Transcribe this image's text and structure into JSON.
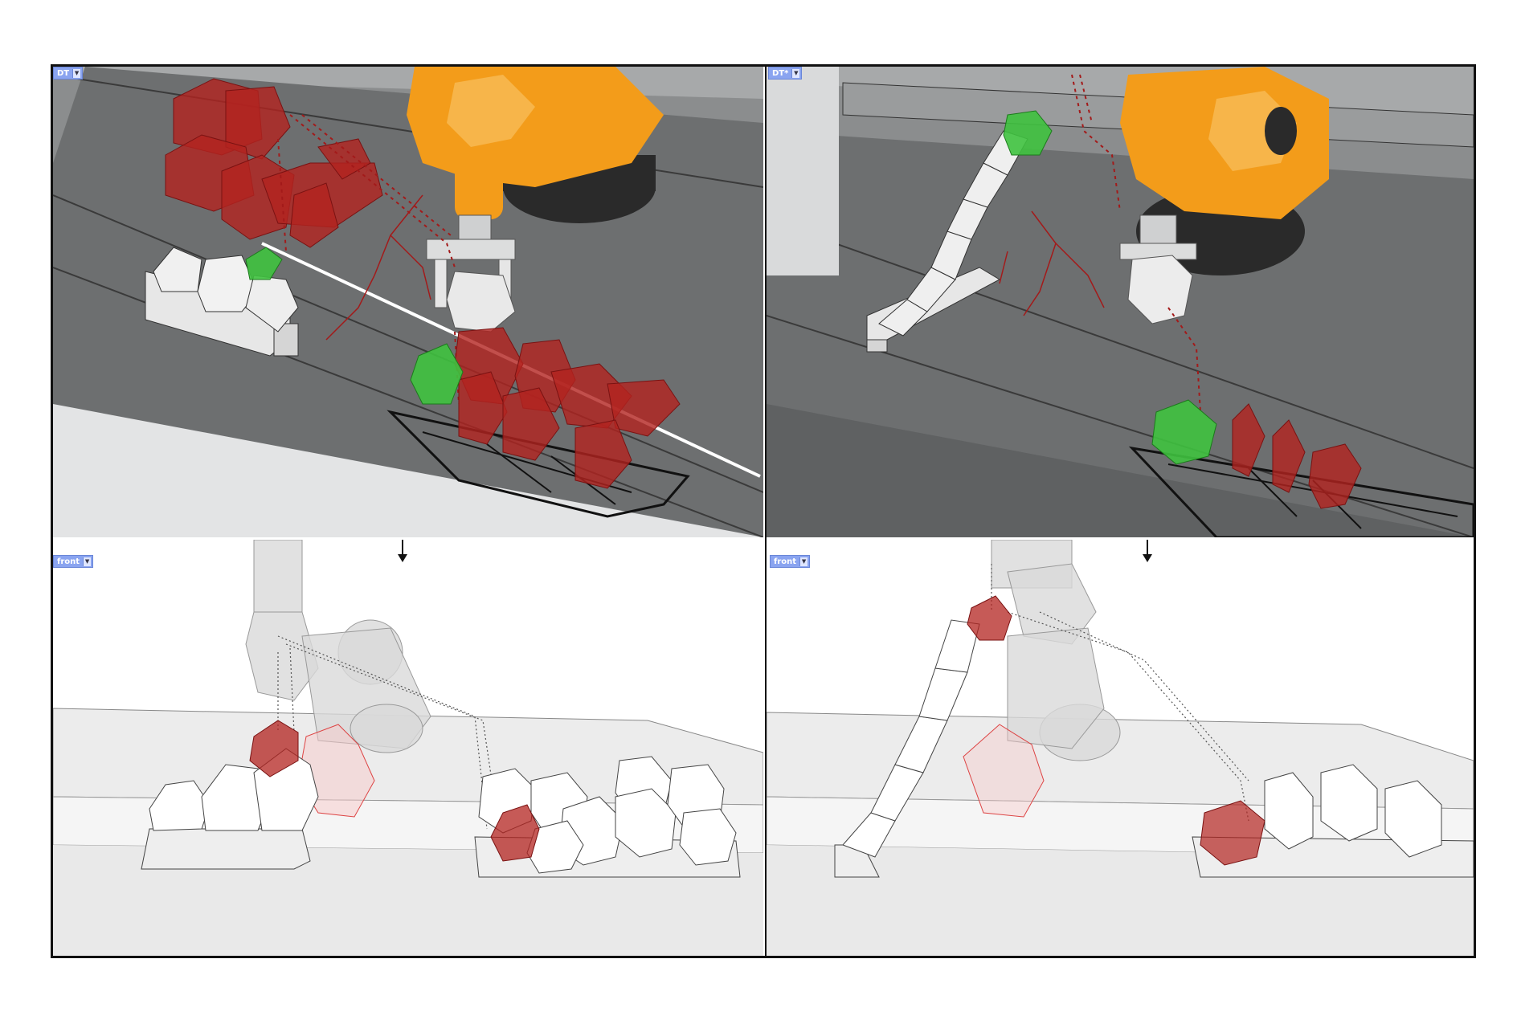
{
  "viewports": {
    "top_left": {
      "label": "DT",
      "kind": "perspective"
    },
    "top_right": {
      "label": "DT*",
      "kind": "perspective"
    },
    "bottom_left": {
      "label": "front",
      "kind": "rendered"
    },
    "bottom_right": {
      "label": "front",
      "kind": "rendered"
    }
  },
  "colors": {
    "robot_orange": "#f39c1a",
    "robot_dark": "#2a2a2a",
    "target_red": "#b3231f",
    "target_green": "#3fc23f",
    "floor_gray": "#6d6f70",
    "path_red": "#a31a1a",
    "viewport_tag": "#8aa4f0"
  },
  "icons": [
    "chevron-down-icon",
    "down-arrow-icon"
  ]
}
